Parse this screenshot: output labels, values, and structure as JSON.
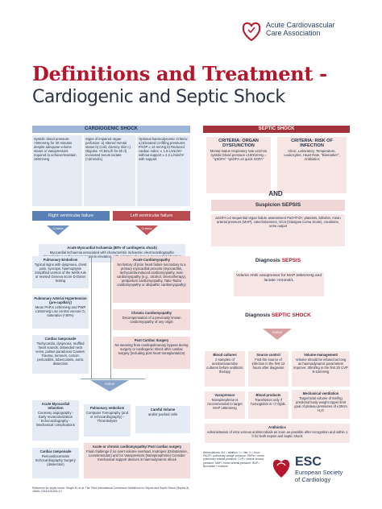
{
  "header": {
    "org_line1": "Acute Cardiovascular",
    "org_line2": "Care Association",
    "title_line1": "Definitions and Treatment -",
    "title_line2": "Cardiogenic and Septic Shock"
  },
  "cardiogenic": {
    "header": "CARDIOGENIC SHOCK",
    "criteria_left": "Systolic blood pressure: <90mmHg for 30 minutes despite adequate volume status or Vasopressors required to achieve/maintain ≥90mmHg",
    "criteria_mid": "Signs of impaired organ perfusion: a) Altered mental status b) Cold, clammy skin c) Oliguria: <0.5mL/h for 6h d) Increased serum lactate (>2mmol/L)",
    "criteria_right": "Optional haemodynamic Criteria: a) Elevated LV-filling pressures PAOP ≥ 15 mmHg b) Reduced cardiac index: ≤ 1.8 L/min/m² without support ≥ 2.2 L/min/m² with support",
    "rv_failure": "Right ventricular failure",
    "lv_failure": "Left ventricular failure",
    "criteria_label": "Criteria",
    "ami_title": "Acute Myocardial Ischaemia (80% of cardiogenic shock)",
    "ami_text": "Myocardial ischaemia associated with characteristic ischaemic electrocardiographic abnormalities and/or serum troponin elevation, with a history of a type 1 myocardial infarction",
    "pe_title": "Pulmonary Embolism",
    "pe_text": "Typical signs with dyspnoea, chest pain, syncope, haemoptysis Simplified version of the Wells rule or revised Geneva score D-Dimer testing",
    "ac_title": "Acute Cardiomyopathy",
    "ac_text": "No history of prior heart failure secondary to a primary myocardial process (myocarditis, tachycardia-induced cardiomyopathy, toxic cardiomyopathy (e.g., alcohol, chemotherapy), peripartum cardiomyopathy, Tako-Tsubo cardiomyopathy or idiopathic cardiomyopathy)",
    "pah_title": "Pulmonary Arterial Hypertension (pre-capillary)",
    "pah_text": "Mean PAPm ≥25mmHg and PWP ≤15mmHg Low central venous O₂ saturation (<60%)",
    "cc_title": "Chronic Cardiomyopathy",
    "cc_text": "Decompensation of a previously known cardiomyopathy of any origin",
    "tamp_title": "Cardiac tamponade",
    "tamp_text": "Tachycardia, dyspnoea, muffled heart sounds, distended neck veins, pulsus paradoxus Causes: Trauma, tumours, cancer, pericarditis, tuberculosis, aortic dissection",
    "psurg_title": "Post Cardiac Surgery",
    "psurg_text": "No weaning from cardiopulmonary bypass during surgery or cardiogenic shock after cardiac surgery (including post heart transplantation)",
    "action_label": "Action",
    "act_ami_title": "Acute Myocardial Infarction",
    "act_ami_text": "Coronary angiography - Early revascularization Echocardiography - Mechanical complications",
    "act_pe_title": "Pulmonary embolism",
    "act_pe_text": "Computer Tomography (and or echocardiography) - Thrombolysis",
    "act_vol_title": "Careful Volume",
    "act_vol_text": "and/or packed cells",
    "act_tamp_title": "Cardiac tamponade",
    "act_tamp_text": "Pericardiocentesis Echocardiography Surgery (dissection)",
    "act_cm_title": "Acute or chronic cardiomyopathy/ Post cardiac surgery",
    "act_cm_text": "Fluid challenge if no overt volume overload, Inotropes (Dobutamine, Levosimendan) and /or Vasopressors (Norepinephrine) Consider mechanical support devices in haemodynamic shock"
  },
  "septic": {
    "header": "SEPTIC SHOCK",
    "crit_organ_title": "CRITERIA: ORGAN DYSFUNCTION",
    "crit_organ_text": "Mental status respiratory rate ≥22/min systolic blood pressure ≤100mmHg = \"qSOFA\" \"qSOFA ≥2 quick SOFA\"",
    "crit_inf_title": "CRITERIA: RISK OF INFECTION",
    "crit_inf_text": "Clinic, Laboratory, Temperature, Leukocytes, Heart Rate, \"Biomarker\", Antibiotics",
    "and_label": "AND",
    "suspicion": "Suspicion SEPSIS",
    "sofa_text": "ΔSOFA ≥2 sequential organ failure assessment PaO²/FiO², platelets, bilirubin, mean arterial pressure (MAP), catecholamines, GCS (Glasgow Coma Scale), creatinine, urine output",
    "diag_sepsis_pre": "Diagnosis ",
    "diag_sepsis_red": "SEPSIS",
    "vol_text": "Volume AND vasopressor for MAP ≥65mmHg and lactate >2mmol/L",
    "diag_shock_pre": "Diagnosis ",
    "diag_shock_red": "SEPTIC SHOCK",
    "action_label": "Action",
    "blood_title": "Blood cultures",
    "blood_text": "2 samples of aerobe/anaerobe cultures before antibiotic therapy",
    "source_title": "Source control",
    "source_text": "Find the source of infection in the first 12 hours after diagnosis",
    "volm_title": "Volume management",
    "volm_text": "Volume should be infused as long as haemodynamic parameters improve: 30ml/Kg in the first 3h CVP 8-12mmHg",
    "mv_title": "Mechanical ventilation",
    "mv_text": "Target tidal volume of 6ml/kg predicted body weight Upper limit goal of plateau pressures of ≤30cm H₂O",
    "vaso_title": "Vasopressor",
    "vaso_text": "Norepinephrine is recommended to target MAP ≥65mmHg",
    "bp_title": "Blood products",
    "bp_text": "Transfusion only if hemoglobin is <7.0g/dL",
    "anti_title": "Antibiotics",
    "anti_text": "Administration of intra venous antimicrobials as soon as possible after recognition and within 1 h for both sepsis and septic shock"
  },
  "footer": {
    "abbrev": "Abbreviations: AU = addition; L = liter; h = hour; PAOP= pulmonary wedge pressure; PAPm= mean pulmonary arterial pressure; CVP= central venous pressure; MAP= mean arterial pressure; BNP= Biomarker+ markers",
    "ref": "Reference for septic shock: Singer M. et al. The Third International Consensus Definitions for Sepsis and Septic Shock (Sepsis-3). JAMA. 2016;315:801-10",
    "esc_big": "ESC",
    "esc_line1": "European Society",
    "esc_line2": "of Cardiology"
  },
  "colors": {
    "brand_red": "#b5162b",
    "header_blue": "#9db6d8",
    "septic_red": "#a3333a"
  }
}
